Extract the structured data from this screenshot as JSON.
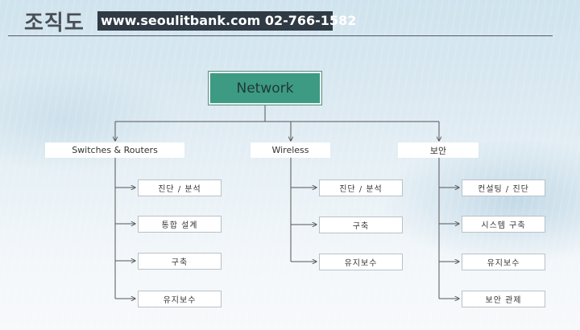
{
  "header": {
    "title": "조직도",
    "banner": "www.seoulitbank.com  02-766-1582"
  },
  "diagram": {
    "root": "Network",
    "branches": [
      {
        "label": "Switches & Routers",
        "children": [
          "진단 / 분석",
          "통합 설계",
          "구축",
          "유지보수"
        ]
      },
      {
        "label": "Wireless",
        "children": [
          "진단 / 분석",
          "구축",
          "유지보수"
        ]
      },
      {
        "label": "보안",
        "children": [
          "컨설팅 / 진단",
          "시스템 구축",
          "유지보수",
          "보안 관제"
        ]
      }
    ]
  },
  "colors": {
    "root_fill": "#3d9a83",
    "line": "#555555"
  }
}
